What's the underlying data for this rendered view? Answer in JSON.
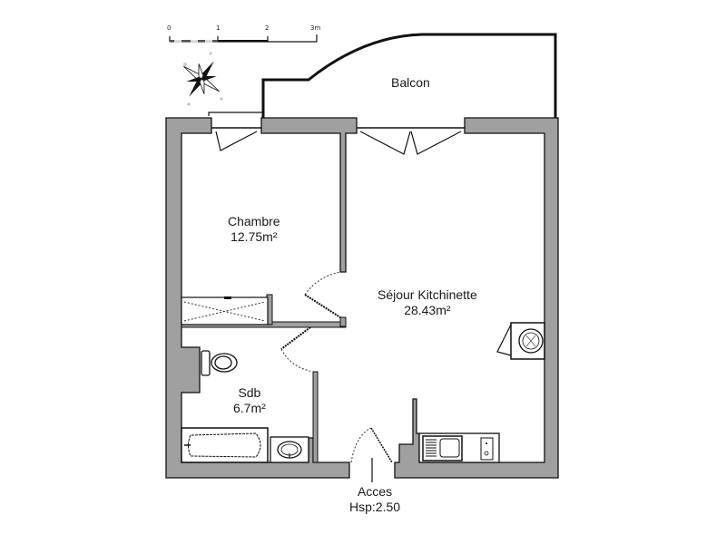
{
  "scale_bar": {
    "ticks": [
      "0",
      "1",
      "2",
      "3m"
    ],
    "unit": "m"
  },
  "compass": {
    "icon": "compass-rose-icon"
  },
  "rooms": {
    "balcon": {
      "name": "Balcon"
    },
    "chambre": {
      "name": "Chambre",
      "area": "12.75m²"
    },
    "sejour": {
      "name": "Séjour Kitchinette",
      "area": "28.43m²"
    },
    "sdb": {
      "name": "Sdb",
      "area": "6.7m²"
    }
  },
  "entrance": {
    "label": "Acces",
    "ceiling_height": "Hsp:2.50"
  },
  "colors": {
    "wall_fill": "#a0a0a0",
    "line": "#111111",
    "background": "#ffffff"
  }
}
